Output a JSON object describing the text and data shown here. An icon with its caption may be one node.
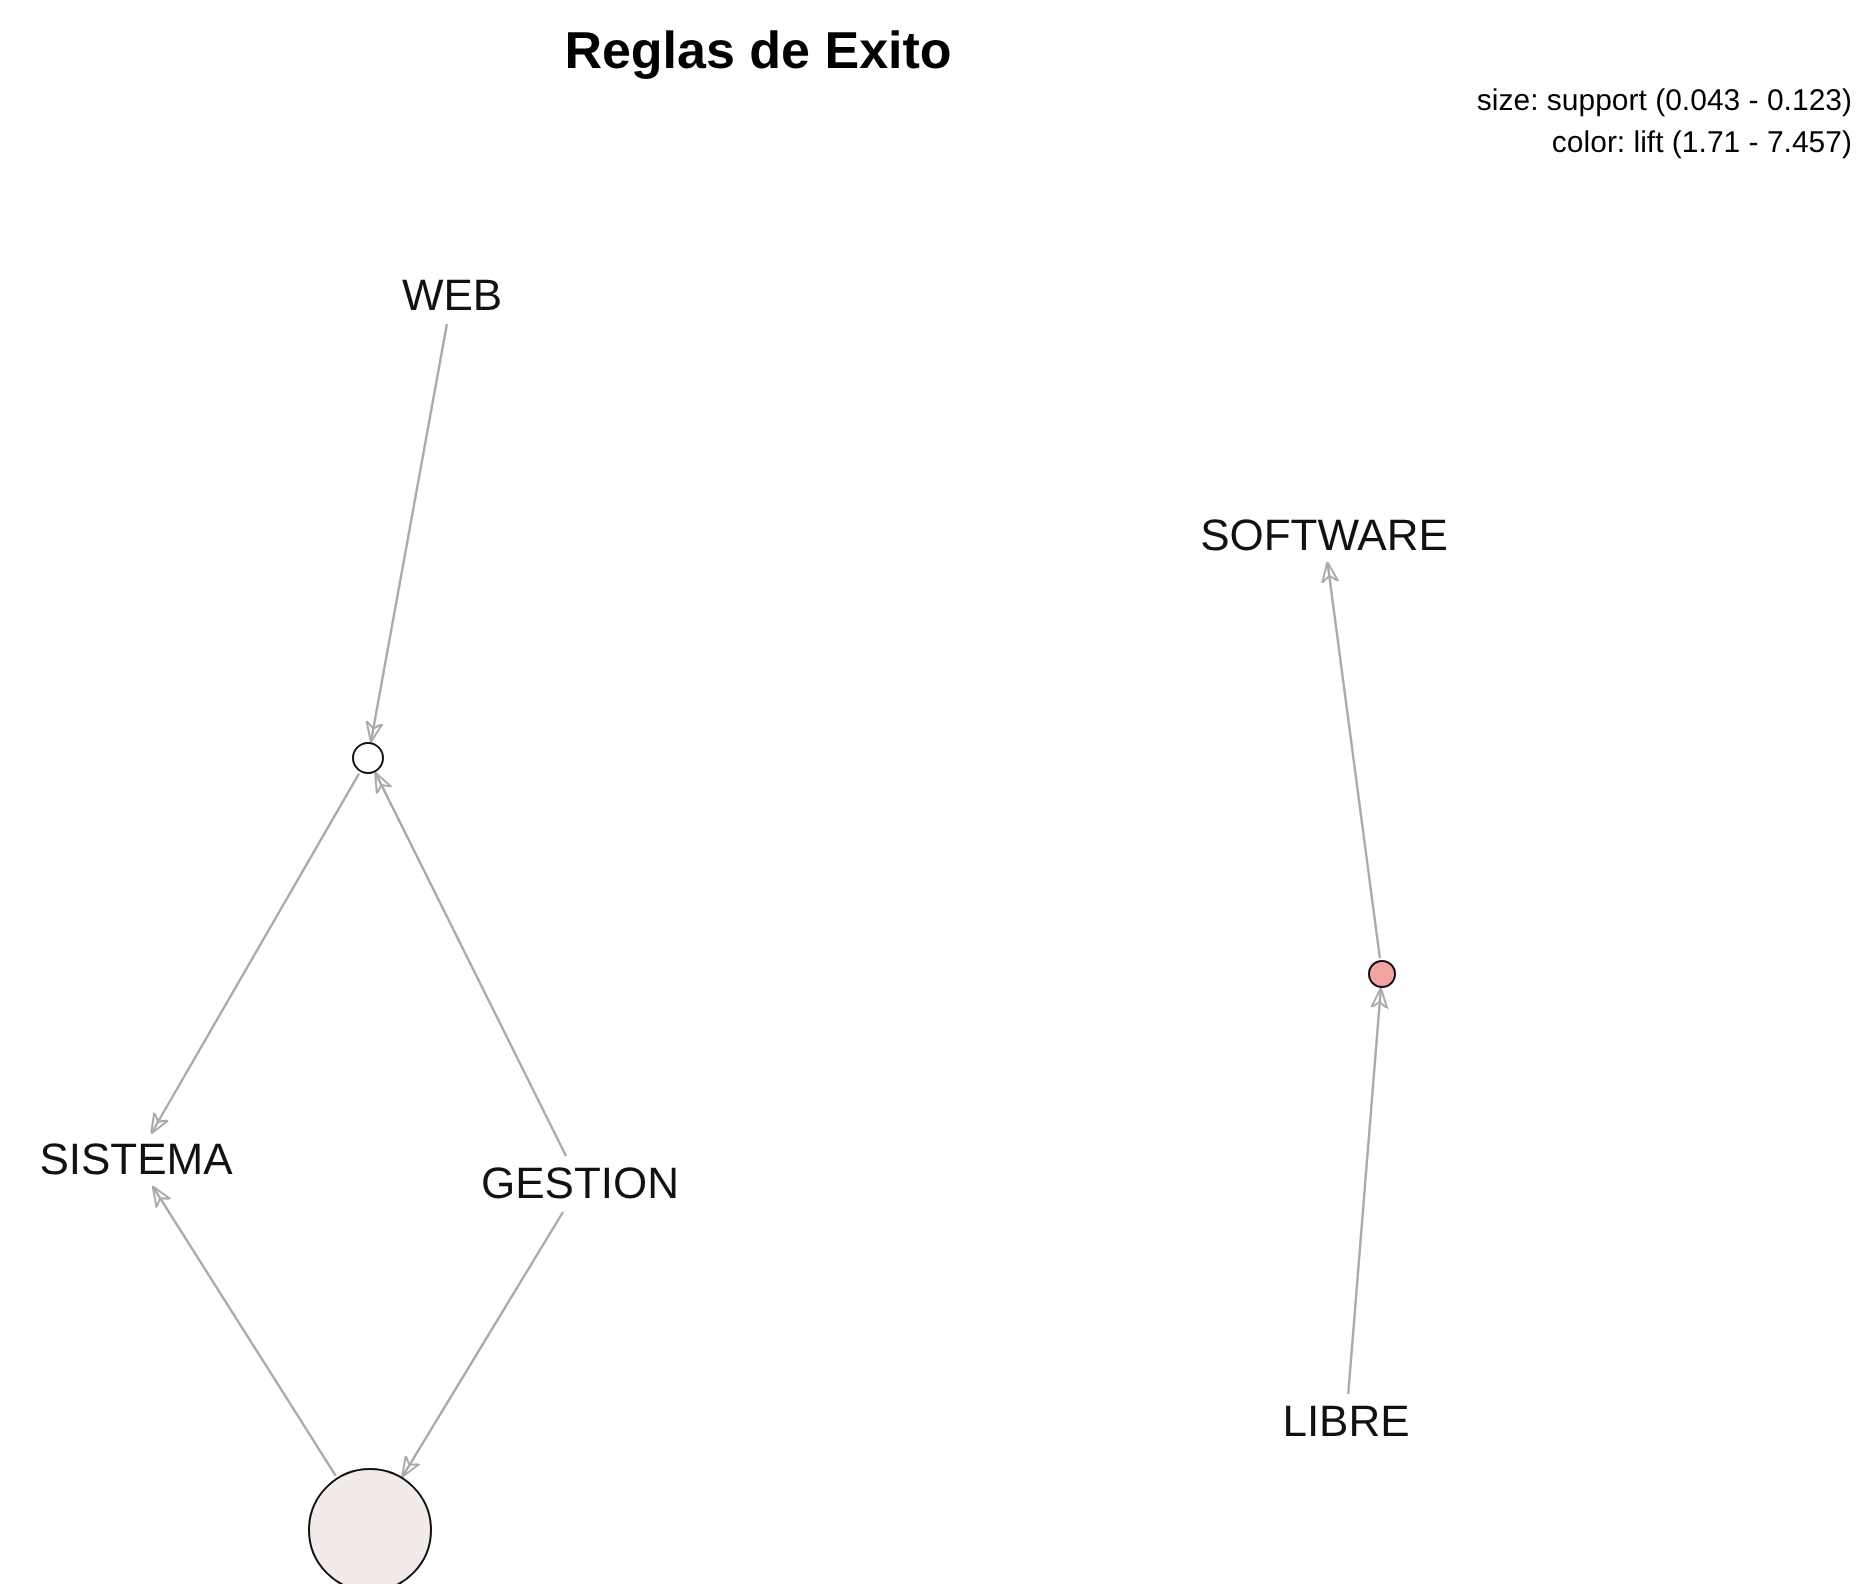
{
  "diagram": {
    "title": "Reglas de Exito",
    "nodes": [
      {
        "text": [
          "WEB"
        ]
      },
      {
        "text": [
          "SOFTWARE"
        ]
      },
      {
        "text": [],
        "shape": "circle"
      },
      {
        "text": [
          "SISTEMA"
        ]
      },
      {
        "text": [
          "GESTION"
        ]
      },
      {
        "text": [],
        "shape": "circle"
      },
      {
        "text": [
          "LIBRE"
        ]
      },
      {
        "text": [],
        "shape": "circle"
      }
    ],
    "edges": [
      {
        "from": 0,
        "to": 2,
        "arrow": "to"
      },
      {
        "from": 4,
        "to": 2,
        "arrow": "to"
      },
      {
        "from": 2,
        "to": 3,
        "arrow": "to"
      },
      {
        "from": 4,
        "to": 7,
        "arrow": "to"
      },
      {
        "from": 7,
        "to": 3,
        "arrow": "to"
      },
      {
        "from": 6,
        "to": 5,
        "arrow": "to"
      },
      {
        "from": 5,
        "to": 1,
        "arrow": "to"
      }
    ],
    "labels": [
      "size: support (0.043 - 0.123)",
      "color: lift (1.71 - 7.457)"
    ]
  }
}
